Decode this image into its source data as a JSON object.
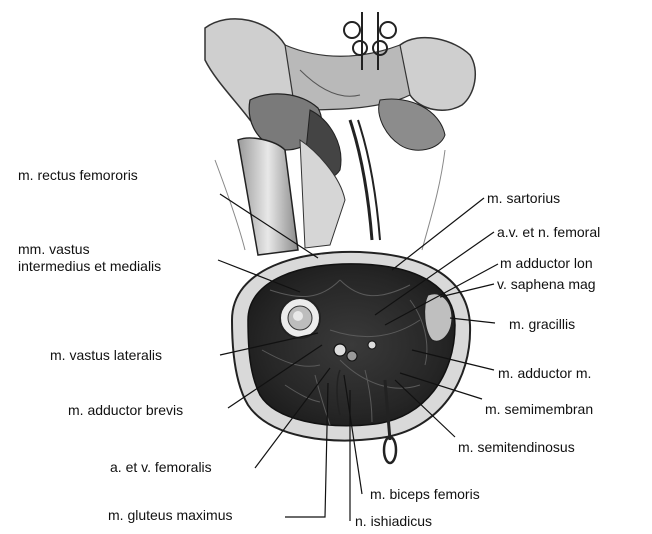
{
  "labels": {
    "rectus": "m. rectus femororis",
    "vastus_1": "mm. vastus",
    "vastus_2": "intermedius et medialis",
    "vastus_lateralis": "m. vastus lateralis",
    "adductor_brevis": "m. adductor brevis",
    "femoralis": "a. et v. femoralis",
    "gluteus": "m. gluteus maximus",
    "sartorius": "m. sartorius",
    "femoral": "a.v. et n. femoral",
    "adductor_lon": "m adductor lon",
    "saphena": "v. saphena mag",
    "gracilis": "m. gracillis",
    "adductor_m": "m. adductor m.",
    "semimembran": "m. semimembran",
    "semitendinosus": "m. semitendinosus",
    "biceps": "m. biceps femoris",
    "ishiadicus": "n. ishiadicus"
  }
}
